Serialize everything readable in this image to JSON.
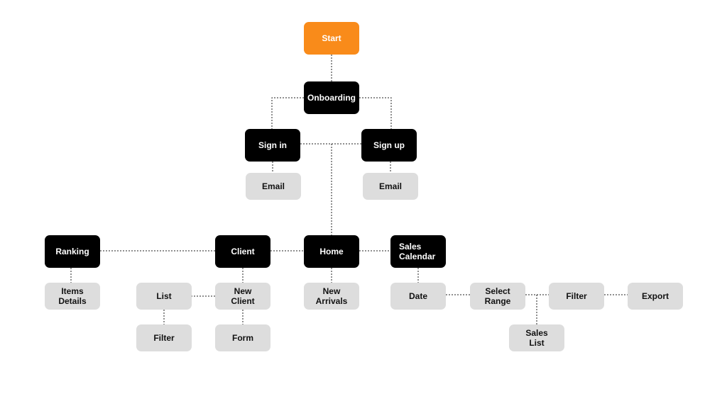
{
  "diagram": {
    "nodes": {
      "start": "Start",
      "onboarding": "Onboarding",
      "sign_in": "Sign in",
      "sign_up": "Sign up",
      "sign_in_email": "Email",
      "sign_up_email": "Email",
      "ranking": "Ranking",
      "client": "Client",
      "home": "Home",
      "sales_calendar": "Sales\nCalendar",
      "items_details": "Items\nDetails",
      "list": "List",
      "new_client": "New\nClient",
      "new_arrivals": "New\nArrivals",
      "date": "Date",
      "select_range": "Select\nRange",
      "filter_sales": "Filter",
      "export": "Export",
      "filter_list": "Filter",
      "form": "Form",
      "sales_list": "Sales\nList"
    },
    "colors": {
      "start": "#F98B1A",
      "screen": "#000000",
      "sub": "#DDDDDD",
      "connector": "#222222"
    }
  }
}
